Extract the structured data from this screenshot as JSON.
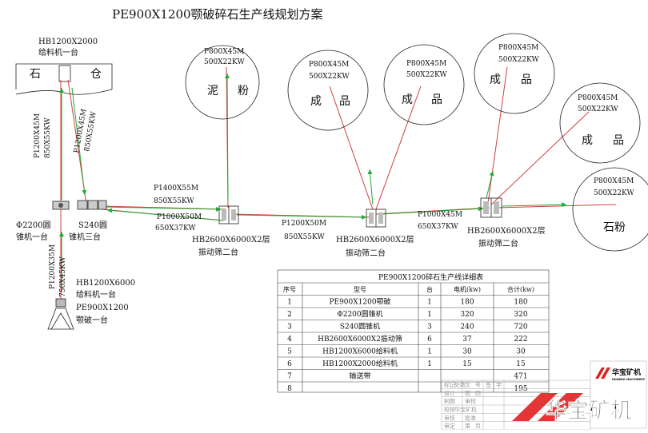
{
  "title": "PE900X1200颚破碎石生产线规划方案",
  "stockpile": {
    "feeder": "HB1200X2000",
    "feeder_count": "给料机一台",
    "left": "石",
    "right": "仓"
  },
  "conveyors": {
    "c1": "P1200X45M",
    "c1p": "850X55KW",
    "c2": "P1200X45M",
    "c2p": "850X55KW",
    "c3": "P1200X35M",
    "c3p": "750X45KW",
    "c4": "P1400X55M",
    "c4p": "850X55KW",
    "c5": "P1000X50M",
    "c5p": "650X37KW",
    "c6": "P1200X50M",
    "c6p": "850X55KW",
    "c7": "P1000X45M",
    "c7p": "650X37KW"
  },
  "machines": {
    "cone1_a": "Φ2200圆",
    "cone1_b": "锥机一台",
    "cone3_a": "S240圆",
    "cone3_b": "锥机三台",
    "feeder_a": "HB1200X6000",
    "feeder_b": "给料机一台",
    "jaw_a": "PE900X1200",
    "jaw_b": "颚破一台",
    "screen_a": "HB2600X6000X2层",
    "screen_b": "振动筛二台"
  },
  "piles": [
    {
      "c": "P800X45M",
      "p": "500X22KW",
      "l1": "泥",
      "l2": "粉"
    },
    {
      "c": "P800X45M",
      "p": "500X22KW",
      "l1": "成",
      "l2": "品"
    },
    {
      "c": "P800X45M",
      "p": "500X22KW",
      "l1": "成",
      "l2": "品"
    },
    {
      "c": "P800X45M",
      "p": "500X22KW",
      "l1": "成",
      "l2": "品"
    },
    {
      "c": "P800X45M",
      "p": "500X22KW",
      "l1": "成",
      "l2": "品"
    },
    {
      "c": "P800X45M",
      "p": "500X22KW",
      "l1": "石粉",
      "l2": ""
    }
  ],
  "table": {
    "title": "PE900X1200碎石生产线详细表",
    "headers": [
      "序号",
      "型号",
      "台",
      "电机(kw)",
      "合计(kw)"
    ],
    "rows": [
      [
        "1",
        "PE900X1200颚破",
        "1",
        "180",
        "180"
      ],
      [
        "2",
        "Φ2200圆锥机",
        "1",
        "320",
        "320"
      ],
      [
        "3",
        "S240圆锥机",
        "3",
        "240",
        "720"
      ],
      [
        "4",
        "HB2600X6000X2振动筛",
        "6",
        "37",
        "222"
      ],
      [
        "5",
        "HB1200X6000给料机",
        "1",
        "30",
        "30"
      ],
      [
        "6",
        "HB1200X2000给料机",
        "1",
        "15",
        "15"
      ],
      [
        "7",
        "输送带",
        "",
        "",
        "471"
      ],
      [
        "8",
        "",
        "",
        "",
        "195"
      ]
    ]
  },
  "titleblock": {
    "r1": [
      "标记",
      "处数",
      "文",
      "号",
      "签",
      "字"
    ],
    "r2": [
      "设计",
      "",
      "图",
      "四"
    ],
    "r3": [
      "制图",
      "",
      "审核"
    ],
    "r4": [
      "校核",
      "华宝矿机"
    ],
    "r5": [
      "审核",
      "",
      "批准"
    ],
    "r6": [
      "审定",
      "",
      "第",
      "页"
    ]
  },
  "brand": {
    "name": "华宝矿机",
    "small_name": "华宝矿机",
    "small_sub": "HUABAO MACHINERY"
  },
  "colors": {
    "conveyor": "#d04040",
    "flow_arrow": "#22aa33",
    "brand": "#e02020"
  }
}
